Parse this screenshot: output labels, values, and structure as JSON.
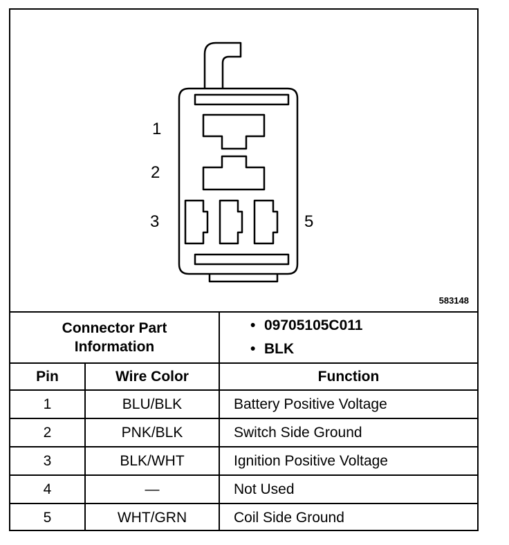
{
  "figure_id": "583148",
  "pin_labels": [
    "1",
    "2",
    "3",
    "5"
  ],
  "connector_info": {
    "label_line1": "Connector Part",
    "label_line2": "Information",
    "items": [
      "09705105C011",
      "BLK"
    ]
  },
  "table": {
    "headers": {
      "pin": "Pin",
      "wire_color": "Wire Color",
      "function": "Function"
    },
    "rows": [
      {
        "pin": "1",
        "wire_color": "BLU/BLK",
        "function": "Battery Positive Voltage"
      },
      {
        "pin": "2",
        "wire_color": "PNK/BLK",
        "function": "Switch Side Ground"
      },
      {
        "pin": "3",
        "wire_color": "BLK/WHT",
        "function": "Ignition Positive Voltage"
      },
      {
        "pin": "4",
        "wire_color": "—",
        "function": "Not Used"
      },
      {
        "pin": "5",
        "wire_color": "WHT/GRN",
        "function": "Coil Side Ground"
      }
    ]
  },
  "colors": {
    "ink": "#000000",
    "paper": "#ffffff"
  }
}
